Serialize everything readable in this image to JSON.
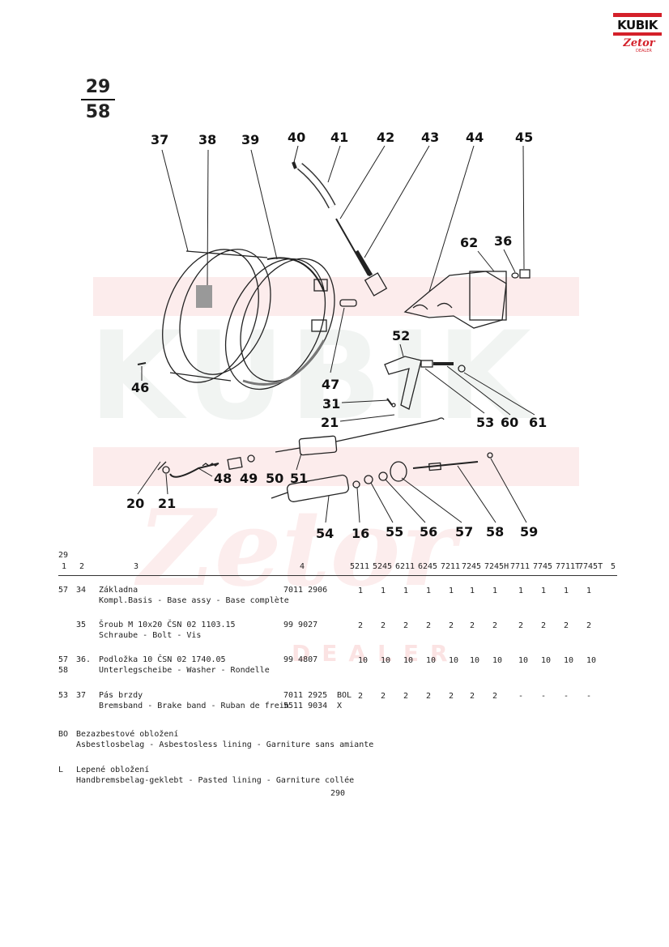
{
  "logo": {
    "brand": "KUBIK",
    "sub": "Zetor",
    "dealer": "DEALER"
  },
  "page": {
    "top": "29",
    "bottom": "58"
  },
  "watermark": {
    "big": "KUBIK",
    "script": "Zetor",
    "dealer": "DEALER"
  },
  "callouts": [
    "37",
    "38",
    "39",
    "40",
    "41",
    "42",
    "43",
    "44",
    "45",
    "62",
    "36",
    "46",
    "47",
    "52",
    "31",
    "21",
    "53",
    "60",
    "61",
    "20",
    "21",
    "48",
    "49",
    "50",
    "51",
    "54",
    "16",
    "55",
    "56",
    "57",
    "58",
    "59"
  ],
  "table": {
    "group": "29",
    "cols": [
      "1",
      "2",
      "3",
      "4"
    ],
    "models": [
      "5211",
      "5245",
      "6211",
      "6245",
      "7211",
      "7245",
      "7245H",
      "7711",
      "7745",
      "7711T",
      "7745T",
      "5"
    ],
    "rows": [
      {
        "c1": "57",
        "c2": "34",
        "name": "Základna",
        "desc": "Kompl.Basis - Base assy - Base complète",
        "part": "7011 2906",
        "note": "",
        "part2": "",
        "note2": "",
        "qty": [
          "1",
          "1",
          "1",
          "1",
          "1",
          "1",
          "1",
          "1",
          "1",
          "1",
          "1"
        ]
      },
      {
        "c1": "",
        "c2": "35",
        "name": "Šroub M 10x20 ČSN 02 1103.15",
        "desc": "Schraube - Bolt - Vis",
        "part": "99 9027",
        "note": "",
        "part2": "",
        "note2": "",
        "qty": [
          "2",
          "2",
          "2",
          "2",
          "2",
          "2",
          "2",
          "2",
          "2",
          "2",
          "2"
        ]
      },
      {
        "c1": "57",
        "c1b": "58",
        "c2": "36.",
        "name": "Podložka 10 ČSN 02 1740.05",
        "desc": "Unterlegscheibe - Washer - Rondelle",
        "part": "99 4807",
        "note": "",
        "part2": "",
        "note2": "",
        "qty": [
          "10",
          "10",
          "10",
          "10",
          "10",
          "10",
          "10",
          "10",
          "10",
          "10",
          "10"
        ]
      },
      {
        "c1": "53",
        "c2": "37",
        "name": "Pás brzdy",
        "desc": "Bremsband - Brake band - Ruban de frein",
        "part": "7011 2925",
        "note": "BOL",
        "part2": "5511 9034",
        "note2": "X",
        "qty": [
          "2",
          "2",
          "2",
          "2",
          "2",
          "2",
          "2",
          "-",
          "-",
          "-",
          "-"
        ]
      }
    ]
  },
  "notes": [
    {
      "code": "BO",
      "line1": "Bezazbestové obložení",
      "line2": "Asbestlosbelag - Asbestosless lining - Garniture sans amiante"
    },
    {
      "code": "L",
      "line1": "Lepené obložení",
      "line2": "Handbremsbelag-geklebt - Pasted lining - Garniture collée"
    }
  ],
  "page_number": "290"
}
